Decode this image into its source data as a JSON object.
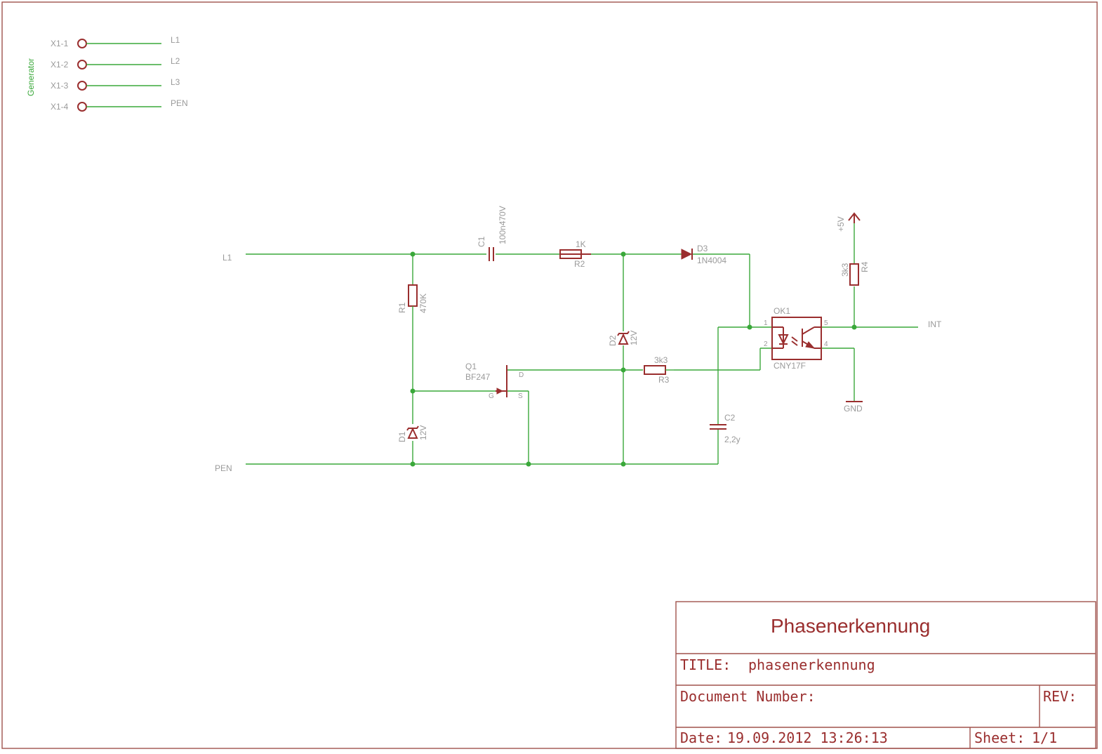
{
  "connector": {
    "name": "Generator",
    "pins": [
      {
        "pin": "X1-1",
        "net": "L1"
      },
      {
        "pin": "X1-2",
        "net": "L2"
      },
      {
        "pin": "X1-3",
        "net": "L3"
      },
      {
        "pin": "X1-4",
        "net": "PEN"
      }
    ]
  },
  "nets": {
    "l1": "L1",
    "pen": "PEN",
    "int": "INT",
    "vcc": "+5V",
    "gnd": "GND"
  },
  "components": {
    "c1": {
      "name": "C1",
      "value": "100n470V"
    },
    "r1": {
      "name": "R1",
      "value": "470K"
    },
    "r2": {
      "name": "R2",
      "value": "1K"
    },
    "r3": {
      "name": "R3",
      "value": "3k3"
    },
    "r4": {
      "name": "R4",
      "value": "3k3"
    },
    "d1": {
      "name": "D1",
      "value": "12V"
    },
    "d2": {
      "name": "D2",
      "value": "12V"
    },
    "d3": {
      "name": "D3",
      "value": "1N4004"
    },
    "q1": {
      "name": "Q1",
      "value": "BF247",
      "pin_d": "D",
      "pin_g": "G",
      "pin_s": "S"
    },
    "ok1": {
      "name": "OK1",
      "value": "CNY17F",
      "pin1": "1",
      "pin2": "2",
      "pin4": "4",
      "pin5": "5"
    },
    "c2": {
      "name": "C2",
      "value": "2,2y"
    }
  },
  "title_block": {
    "heading": "Phasenerkennung",
    "title_label": "TITLE:",
    "title_value": "phasenerkennung",
    "document_number_label": "Document Number:",
    "document_number_value": "",
    "rev_label": "REV:",
    "date_label": "Date:",
    "date_value": "19.09.2012 13:26:13",
    "sheet_label": "Sheet:",
    "sheet_value": "1/1"
  }
}
